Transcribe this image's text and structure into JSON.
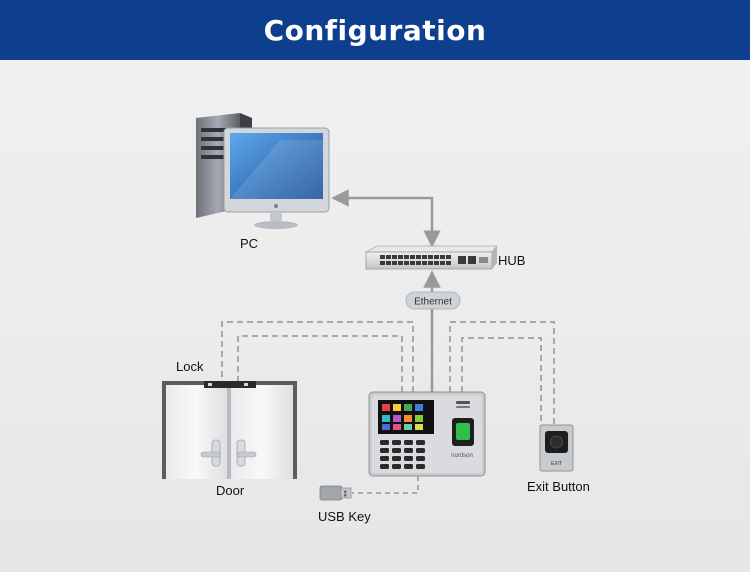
{
  "banner": {
    "title": "Configuration"
  },
  "diagram": {
    "labels": {
      "pc": "PC",
      "hub": "HUB",
      "ethernet": "Ethernet",
      "lock": "Lock",
      "door": "Door",
      "usb_key": "USB Key",
      "exit_button": "Exit Button"
    },
    "device_brand": "nordson",
    "exit_button_text": "EXIT"
  },
  "colors": {
    "banner": "#0e3f8e",
    "solid_link": "#9a9a9a",
    "dashed_link": "#a8a8a8"
  }
}
